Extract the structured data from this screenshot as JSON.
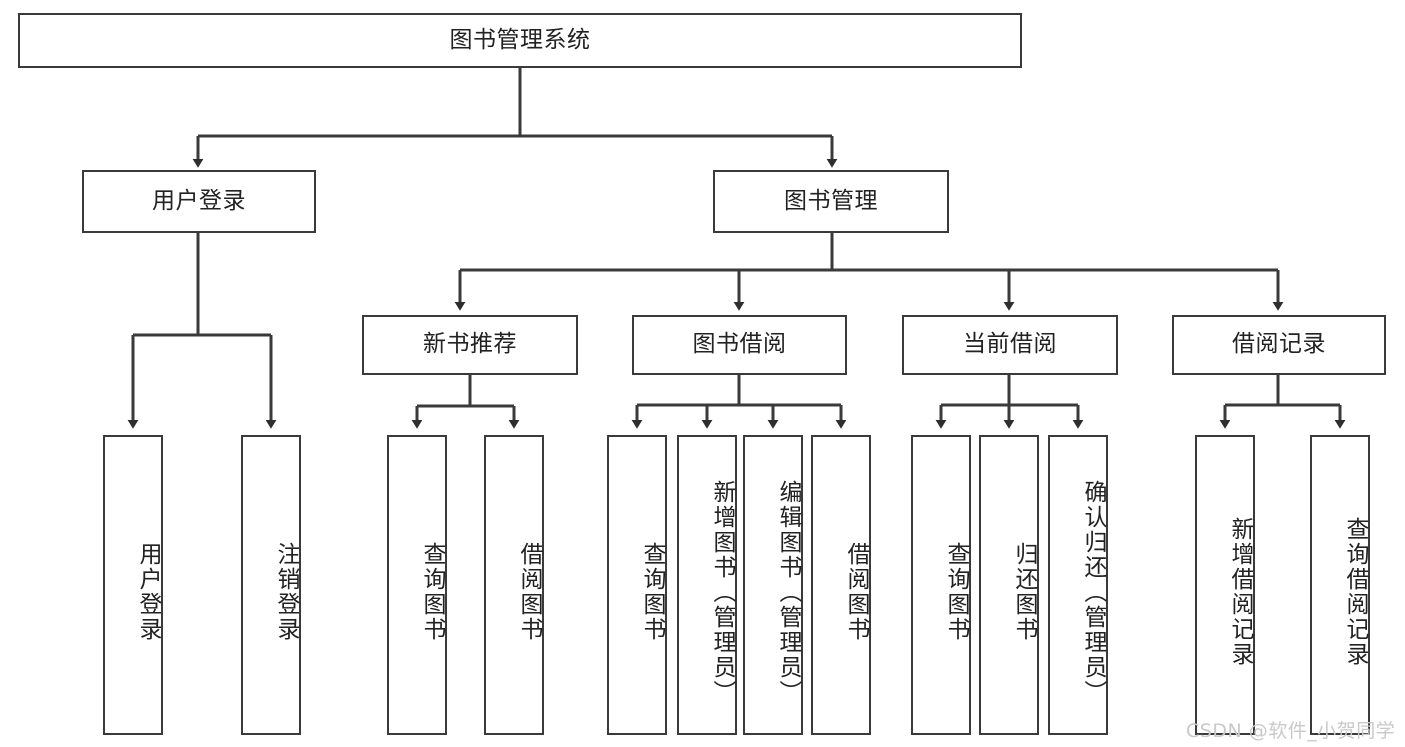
{
  "diagram": {
    "type": "tree-hierarchy-chart",
    "title": "图书管理系统",
    "line_color": "#3a3a3a",
    "box_fill": "#ffffff",
    "text_color": "#222222",
    "watermark": "CSDN @软件_小贺同学",
    "watermark_color": "#c9c9c9"
  },
  "nodes": {
    "root": {
      "label": "图书管理系统"
    },
    "level1": [
      {
        "id": "user-login",
        "label": "用户登录"
      },
      {
        "id": "book-manage",
        "label": "图书管理"
      }
    ],
    "level2": [
      {
        "id": "new-book-recommend",
        "label": "新书推荐"
      },
      {
        "id": "book-borrow",
        "label": "图书借阅"
      },
      {
        "id": "current-borrow",
        "label": "当前借阅"
      },
      {
        "id": "borrow-record",
        "label": "借阅记录"
      }
    ],
    "leaves": {
      "user_login": [
        {
          "id": "leaf-user-login",
          "label": "用户登录"
        },
        {
          "id": "leaf-logout-login",
          "label": "注销登录"
        }
      ],
      "new_book_recommend": [
        {
          "id": "leaf-query-book-1",
          "label": "查询图书"
        },
        {
          "id": "leaf-borrow-book-1",
          "label": "借阅图书"
        }
      ],
      "book_borrow": [
        {
          "id": "leaf-query-book-2",
          "label": "查询图书"
        },
        {
          "id": "leaf-add-book",
          "label": "新增图书（管理员）"
        },
        {
          "id": "leaf-edit-book",
          "label": "编辑图书（管理员）"
        },
        {
          "id": "leaf-borrow-book-2",
          "label": "借阅图书"
        }
      ],
      "current_borrow": [
        {
          "id": "leaf-query-book-3",
          "label": "查询图书"
        },
        {
          "id": "leaf-return-book",
          "label": "归还图书"
        },
        {
          "id": "leaf-confirm-return",
          "label": "确认归还（管理员）"
        }
      ],
      "borrow_record": [
        {
          "id": "leaf-add-record",
          "label": "新增借阅记录"
        },
        {
          "id": "leaf-query-record",
          "label": "查询借阅记录"
        }
      ]
    }
  }
}
